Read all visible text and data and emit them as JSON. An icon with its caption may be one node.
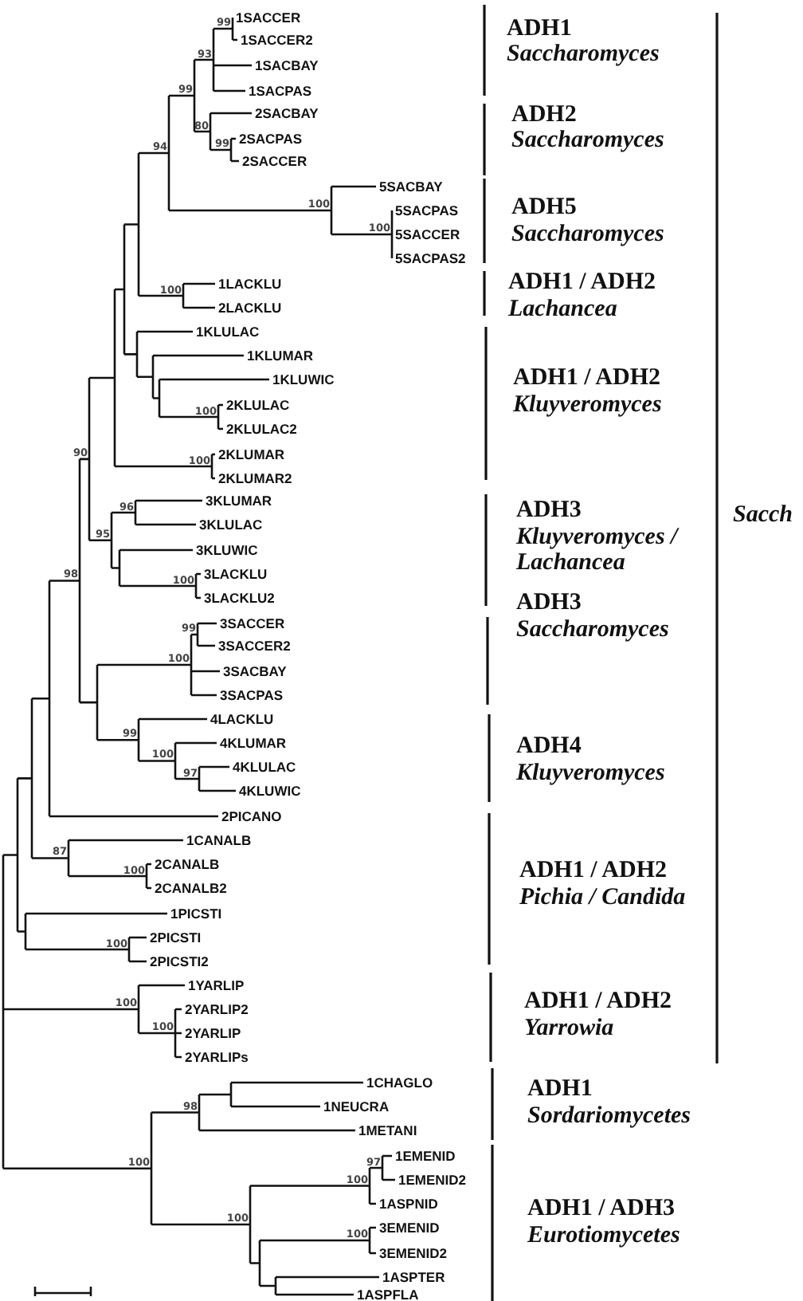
{
  "diagram": {
    "labels": [
      "1SACCER",
      "1SACCER2",
      "1SACBAY",
      "1SACPAS",
      "2SACBAY",
      "2SACPAS",
      "2SACCER",
      "5SACBAY",
      "5SACPAS",
      "5SACCER",
      "5SACPAS2",
      "1LACKLU",
      "2LACKLU",
      "1KLULAC",
      "1KLUMAR",
      "1KLUWIC",
      "2KLULAC",
      "2KLULAC2",
      "2KLUMAR",
      "2KLUMAR2",
      "3KLUMAR",
      "3KLULAC",
      "3KLUWIC",
      "3LACKLU",
      "3LACKLU2",
      "3SACCER",
      "3SACCER2",
      "3SACBAY",
      "3SACPAS",
      "4LACKLU",
      "4KLUMAR",
      "4KLULAC",
      "4KLUWIC",
      "2PICANO",
      "1CANALB",
      "2CANALB",
      "2CANALB2",
      "1PICSTI",
      "2PICSTI",
      "2PICSTI2",
      "1YARLIP",
      "2YARLIP2",
      "2YARLIP",
      "2YARLIPs",
      "1CHAGLO",
      "1NEUCRA",
      "1METANI",
      "1EMENID",
      "1EMENID2",
      "1ASPNID",
      "3EMENID",
      "3EMENID2",
      "1ASPTER",
      "1ASPFLA",
      "99",
      "93",
      "99",
      "80",
      "99",
      "94",
      "100",
      "100",
      "100",
      "90",
      "100",
      "100",
      "96",
      "95",
      "98",
      "100",
      "99",
      "100",
      "99",
      "100",
      "97",
      "87",
      "100",
      "100",
      "100",
      "100",
      "98",
      "100",
      "97",
      "100",
      "100",
      "100",
      "ADH1",
      "Saccharomyces",
      "ADH2",
      "Saccharomyces",
      "ADH5",
      "Saccharomyces",
      "ADH1 / ADH2",
      "Lachancea",
      "ADH1 / ADH2",
      "Kluyveromyces",
      "ADH3",
      "Kluyveromyces / Lachancea",
      "ADH3",
      "Saccharomyces",
      "ADH4",
      "Kluyveromyces",
      "ADH1 / ADH2",
      "Pichia / Candida",
      "ADH1 / ADH2",
      "Yarrowia",
      "ADH1",
      "Sordariomycetes",
      "ADH1 / ADH3",
      "Eurotiomycetes",
      "Sacch"
    ]
  }
}
